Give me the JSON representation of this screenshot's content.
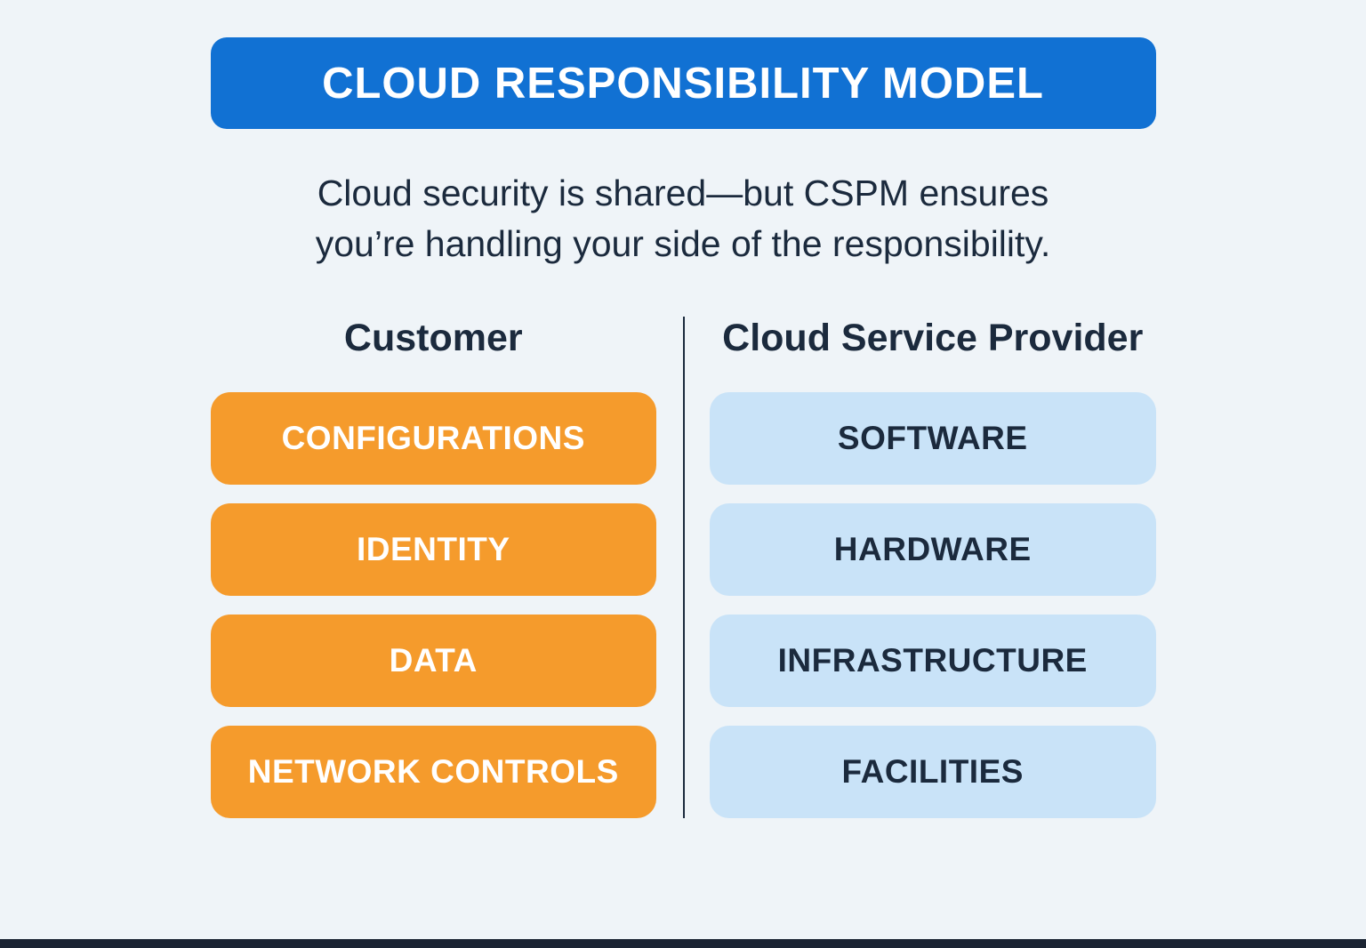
{
  "title": "CLOUD RESPONSIBILITY MODEL",
  "subtitle": {
    "line1": "Cloud security is shared—but CSPM ensures",
    "line2": "you’re handling your side of the responsibility."
  },
  "columns": {
    "customer": {
      "heading": "Customer",
      "items": [
        "CONFIGURATIONS",
        "IDENTITY",
        "DATA",
        "NETWORK CONTROLS"
      ]
    },
    "provider": {
      "heading": "Cloud Service Provider",
      "items": [
        "SOFTWARE",
        "HARDWARE",
        "INFRASTRUCTURE",
        "FACILITIES"
      ]
    }
  },
  "colors": {
    "banner": "#1171D3",
    "customer_pill": "#F59B2C",
    "provider_pill": "#C9E3F8",
    "text_dark": "#1B2A3D",
    "background": "#EFF4F8",
    "footer_bar": "#1B2433"
  }
}
